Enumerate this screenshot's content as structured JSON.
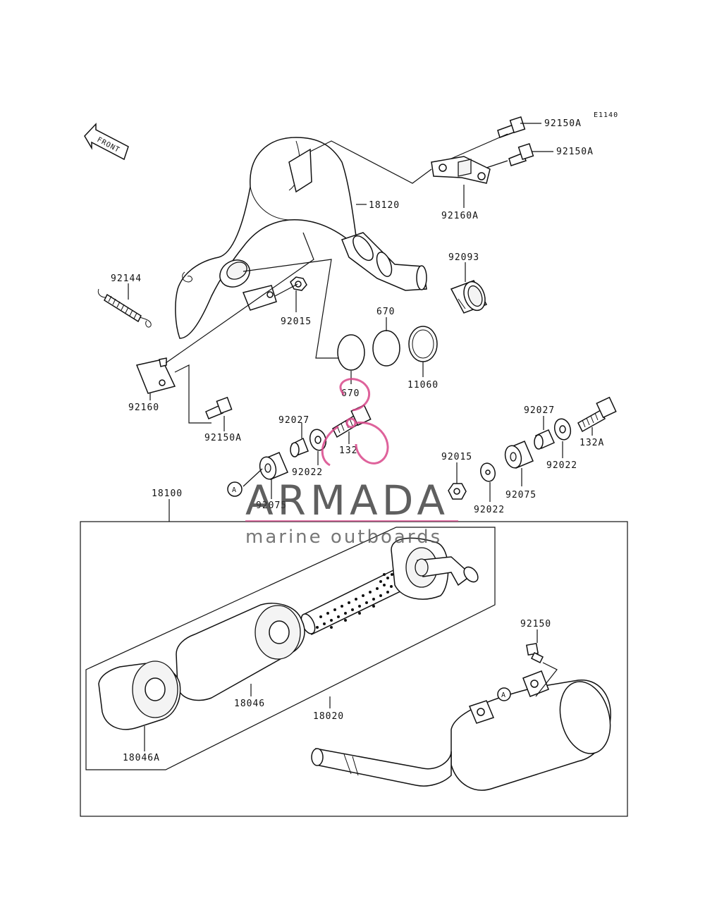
{
  "diagram_code": "E1140",
  "front_label": "FRONT",
  "circle_ref": "A",
  "watermark": {
    "title": "ARMADA",
    "subtitle": "marine outboards",
    "accent_color": "#d9478a"
  },
  "labels": {
    "p92150A_top": "92150A",
    "p92150A_mid": "92150A",
    "p18120": "18120",
    "p92160A": "92160A",
    "p92093": "92093",
    "p92144": "92144",
    "p92015_left": "92015",
    "p670_top": "670",
    "p670_bottom": "670",
    "p11060": "11060",
    "p92160": "92160",
    "p92150A_low": "92150A",
    "p92027_left": "92027",
    "p132": "132",
    "p92022_left": "92022",
    "p92075_left": "92075",
    "p92027_right": "92027",
    "p132A": "132A",
    "p92022_right": "92022",
    "p92015_right": "92015",
    "p92022_mid": "92022",
    "p92075_right": "92075",
    "p18100": "18100",
    "p92150": "92150",
    "p18046": "18046",
    "p18020": "18020",
    "p18046A": "18046A"
  }
}
